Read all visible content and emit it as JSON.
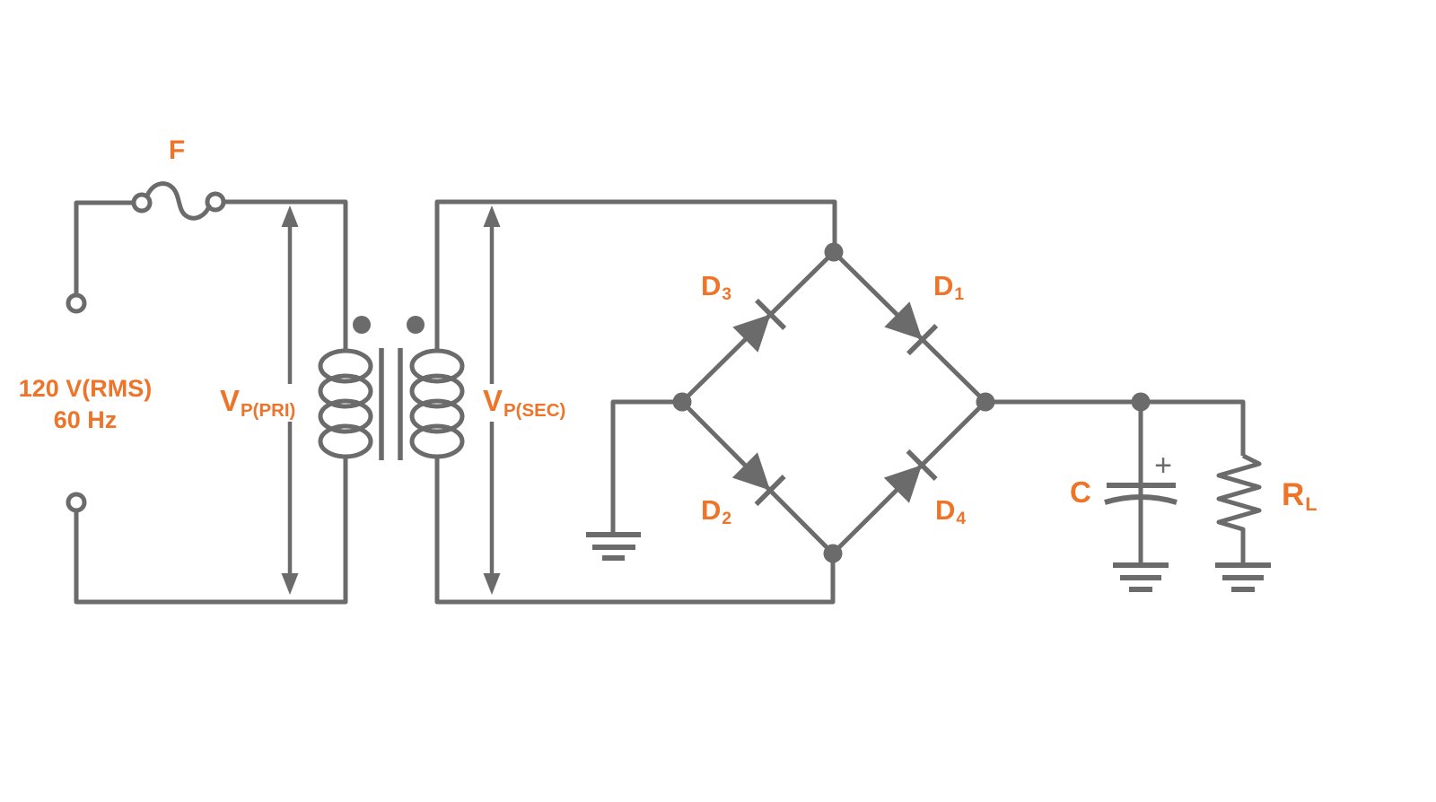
{
  "colors": {
    "wire": "#6b6b6b",
    "accent": "#ed7428",
    "background": "#ffffff"
  },
  "source": {
    "voltage": "120 V(RMS)",
    "frequency": "60 Hz",
    "fuse_label": "F"
  },
  "transformer": {
    "primary_voltage_base": "V",
    "primary_voltage_sub": "P(PRI)",
    "secondary_voltage_base": "V",
    "secondary_voltage_sub": "P(SEC)"
  },
  "bridge": {
    "d1_base": "D",
    "d1_sub": "1",
    "d2_base": "D",
    "d2_sub": "2",
    "d3_base": "D",
    "d3_sub": "3",
    "d4_base": "D",
    "d4_sub": "4"
  },
  "filter": {
    "capacitor_label": "C",
    "capacitor_polarity": "+"
  },
  "load": {
    "resistor_base": "R",
    "resistor_sub": "L"
  }
}
